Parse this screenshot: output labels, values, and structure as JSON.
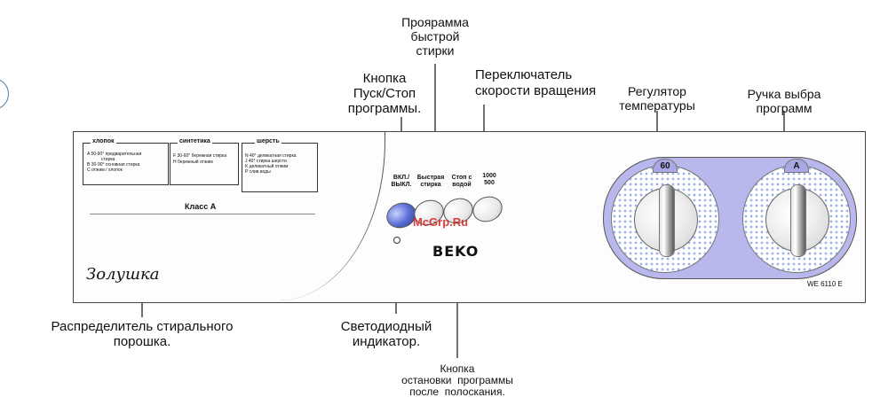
{
  "labels": {
    "programma_bystroy": "Проярамма\nбыстрой\nстирки",
    "knopka_pusk": "Кнопка\nПуск/Стоп\nпрограммы.",
    "pereklyuchatel": "Переключатель\nскорости вращения",
    "regulyator": "Регулятор\nтемпературы",
    "ruchka": "Ручка выбра\nпрограмм",
    "raspredelitel": "Распределитель стирального\nпорошка.",
    "svetodiodny": "Светодиодный\nиндикатор.",
    "knopka_ostanovki": "Кнопка\nостановки  программы\nпосле  полоскания."
  },
  "panel": {
    "box1_title": "хлопок",
    "box1_lines": [
      "A 50-90° предварительная",
      "стирка",
      "B 30-90° основная стирка",
      "C отжим / хлопок"
    ],
    "box2_title": "синтетика",
    "box2_lines": [
      "F 30-60° бережная стирка",
      "H бережный отжим"
    ],
    "box3_title": "шерсть",
    "box3_lines": [
      "N 40° деликатная стирка",
      "J 40° стирка шерсти",
      "K деликатный отжим",
      "P слив воды"
    ],
    "class_label": "Класс А",
    "brand_script": "Золушка",
    "btn1": "ВКЛ./\nВЫКЛ.",
    "btn2": "Быстрая\nстирка",
    "btn3": "Стоп с\nводой",
    "btn4": "1000\n500",
    "logo": "BEKO",
    "watermark": "McGrp.Ru",
    "model": "WE 6110 E",
    "dial1_mark": "60",
    "dial2_mark": "A"
  },
  "colors": {
    "knob_zone": "#b9b8ec",
    "dial_dots": "#9db3e6",
    "start_button": "#5b6fd6",
    "watermark": "#d52121"
  }
}
